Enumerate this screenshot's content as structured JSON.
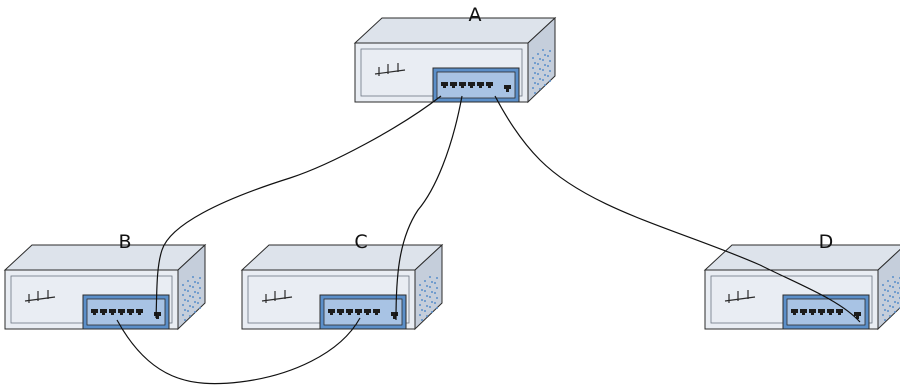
{
  "switches": [
    {
      "id": "A",
      "label": "A"
    },
    {
      "id": "B",
      "label": "B"
    },
    {
      "id": "C",
      "label": "C"
    },
    {
      "id": "D",
      "label": "D"
    }
  ],
  "cables": [
    {
      "from": "A",
      "to": "B"
    },
    {
      "from": "A",
      "to": "C"
    },
    {
      "from": "A",
      "to": "D"
    },
    {
      "from": "B",
      "to": "C"
    }
  ],
  "colors": {
    "chassis_top": "#dde3eb",
    "chassis_front": "#e9edf3",
    "chassis_side": "#c5cedb",
    "outline": "#2b2b2b",
    "port_panel": "#5b8fc9",
    "port_panel_inner": "#a8c3e4",
    "port": "#1c1c1c",
    "vent_dots": "#5b8fc9",
    "cable": "#111111"
  },
  "icons": [
    "network-switch-icon",
    "rj45-port-icon",
    "vent-grille-icon",
    "status-led-icon"
  ]
}
